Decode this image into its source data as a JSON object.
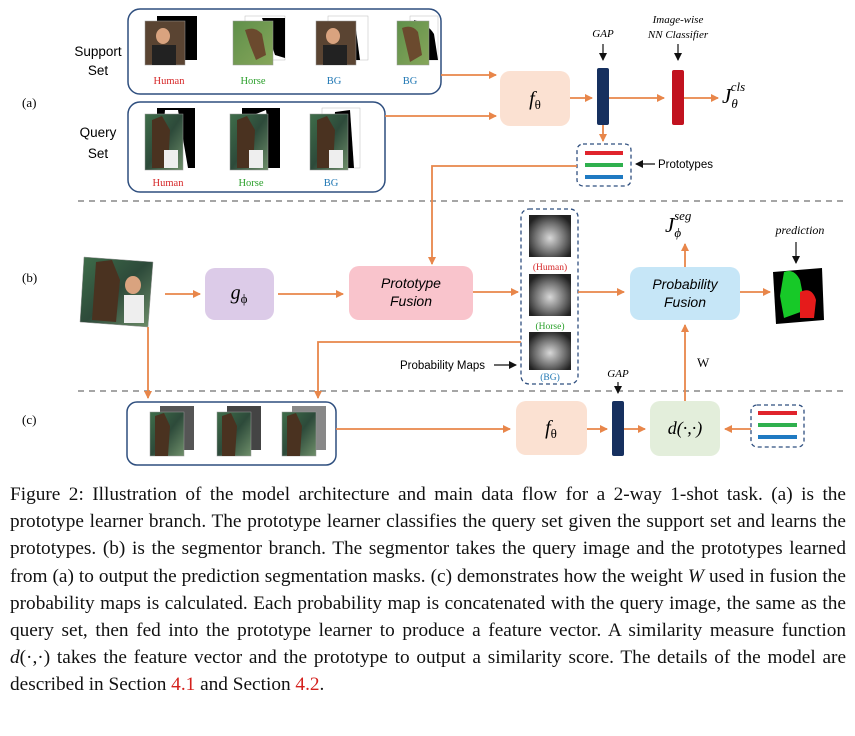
{
  "panels": {
    "a": "(a)",
    "b": "(b)",
    "c": "(c)"
  },
  "support_set": {
    "label_line1": "Support",
    "label_line2": "Set",
    "items": [
      {
        "label": "Human",
        "color": "#d62728"
      },
      {
        "label": "Horse",
        "color": "#2ca02c"
      },
      {
        "label": "BG",
        "color": "#1f77b4"
      },
      {
        "label": "BG",
        "color": "#1f77b4"
      }
    ]
  },
  "query_set": {
    "label_line1": "Query",
    "label_line2": "Set",
    "items": [
      {
        "label": "Human",
        "color": "#d62728"
      },
      {
        "label": "Horse",
        "color": "#2ca02c"
      },
      {
        "label": "BG",
        "color": "#1f77b4"
      }
    ]
  },
  "nodes": {
    "f_theta": "f",
    "f_theta_sub": "θ",
    "g_phi": "g",
    "g_phi_sub": "ϕ",
    "prototype_fusion_line1": "Prototype",
    "prototype_fusion_line2": "Fusion",
    "probability_fusion_line1": "Probability",
    "probability_fusion_line2": "Fusion",
    "d_func": "d(·,·)"
  },
  "labels": {
    "gap": "GAP",
    "classifier_line1": "Image-wise",
    "classifier_line2": "NN Classifier",
    "loss_cls_main": "J",
    "loss_cls_sub": "θ",
    "loss_cls_sup": "cls",
    "loss_seg_main": "J",
    "loss_seg_sub": "ϕ",
    "loss_seg_sup": "seg",
    "prototypes": "Prototypes",
    "prediction": "prediction",
    "probability_maps": "Probability Maps",
    "weight": "W"
  },
  "probability_maps": [
    {
      "label": "(Human)",
      "color": "#d62728"
    },
    {
      "label": "(Horse)",
      "color": "#2ca02c"
    },
    {
      "label": "(BG)",
      "color": "#1f77b4"
    }
  ],
  "colors": {
    "arrow": "#e8864a",
    "box_border": "#2f4f7f",
    "f_theta_fill": "#fbe1d2",
    "g_phi_fill": "#dccbe8",
    "prototype_fusion_fill": "#f9c4cc",
    "probability_fusion_fill": "#c6e6f7",
    "d_func_fill": "#e3eedb",
    "gap_bar": "#16305f",
    "classifier_bar": "#c1121f",
    "proto_red": "#e0242c",
    "proto_green": "#2fb04e",
    "proto_blue": "#1f7ac2"
  },
  "caption": {
    "p1": "Figure 2: Illustration of the model architecture and main data flow for a 2-way 1-shot task. (a) is the prototype learner branch. The prototype learner classifies the query set given the support set and learns the prototypes. (b) is the segmentor branch. The segmentor takes the query image and the prototypes learned from (a) to output the prediction segmentation masks. (c) demonstrates how the weight ",
    "w": "W",
    "p2": " used in fusion the probability maps is calculated. Each probability map is concatenated with the query image, the same as the query set, then fed into the prototype learner to produce a feature vector. A similarity measure function ",
    "d": "d",
    "p3": "(·,·) takes the feature vector and the prototype to output a similarity score. The details of the model are described in Section ",
    "ref1": "4.1",
    "p4": " and Section ",
    "ref2": "4.2",
    "p5": "."
  }
}
